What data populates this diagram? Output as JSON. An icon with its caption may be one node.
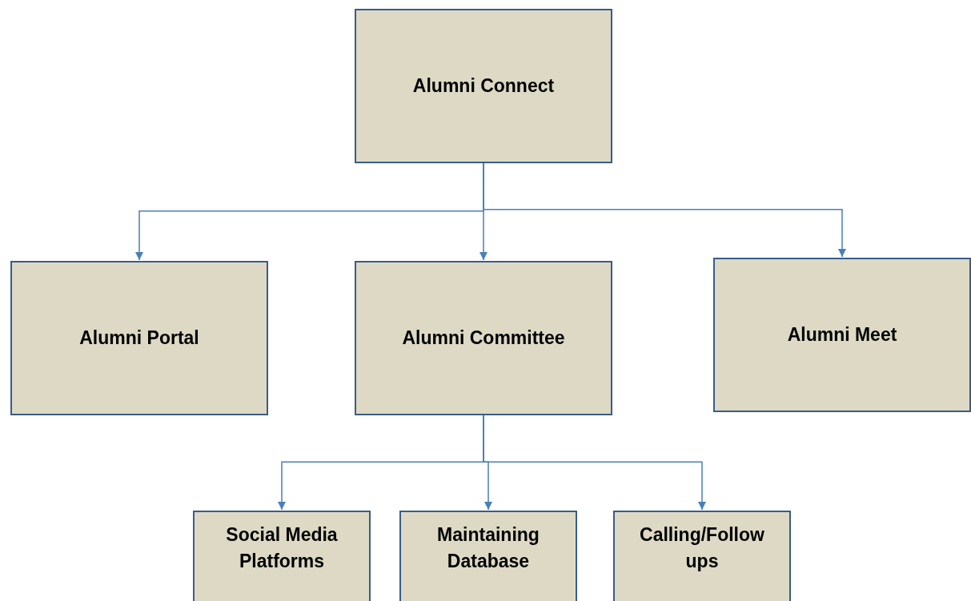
{
  "diagram": {
    "nodes": [
      {
        "text": [
          "Alumni Connect"
        ]
      },
      {
        "text": [
          "Alumni Portal"
        ]
      },
      {
        "text": [
          "Alumni Committee"
        ]
      },
      {
        "text": [
          "Alumni Meet"
        ]
      },
      {
        "text": [
          "Social Media Platforms"
        ]
      },
      {
        "text": [
          "Maintaining Database"
        ]
      },
      {
        "text": [
          "Calling/Follow ups"
        ]
      }
    ],
    "edges": [
      {
        "from": 0,
        "to": 1,
        "arrow": "to"
      },
      {
        "from": 0,
        "to": 2,
        "arrow": "to"
      },
      {
        "from": 0,
        "to": 3,
        "arrow": "to"
      },
      {
        "from": 2,
        "to": 4,
        "arrow": "to"
      },
      {
        "from": 2,
        "to": 5,
        "arrow": "to"
      },
      {
        "from": 2,
        "to": 6,
        "arrow": "to"
      }
    ]
  }
}
